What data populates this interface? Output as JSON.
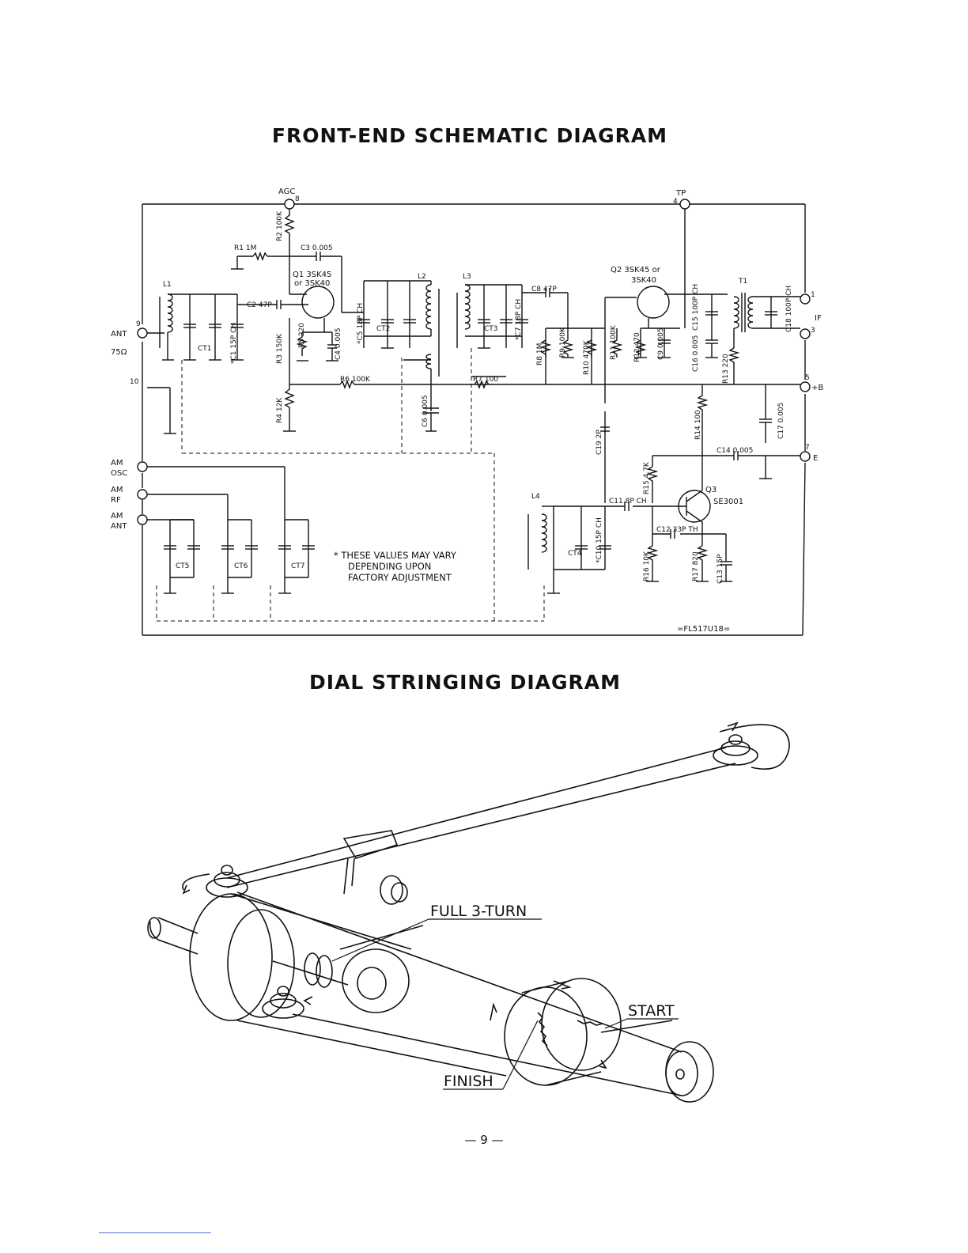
{
  "titles": {
    "schematic": "FRONT-END SCHEMATIC DIAGRAM",
    "dial": "DIAL STRINGING DIAGRAM"
  },
  "terminals": {
    "agc": "AGC",
    "agc_num": "8",
    "tp": "TP",
    "tp_num": "4",
    "ant": "ANT",
    "ant_imp": "75Ω",
    "ant_num": "9",
    "t10": "10",
    "if": "IF",
    "if_num1": "1",
    "if_num3": "3",
    "b": "+B",
    "b_num": "5",
    "e": "E",
    "e_num": "7",
    "am_osc_1": "AM",
    "am_osc_2": "OSC",
    "am_rf_1": "AM",
    "am_rf_2": "RF",
    "am_ant_1": "AM",
    "am_ant_2": "ANT"
  },
  "components": {
    "r1": "R1 1M",
    "r2": "R2 100K",
    "c3": "C3 0.005",
    "q1a": "Q1 3SK45",
    "q1b": "or 3SK40",
    "c2": "C2 47P",
    "l1": "L1",
    "ct1": "CT1",
    "c1": "*C1 15P CH",
    "r3": "R3 150K",
    "r5": "R5 220",
    "c4": "C4 0.005",
    "c5": "*C5 18P CH",
    "ct2": "CT2",
    "l2": "L2",
    "r6": "R6 100K",
    "r4": "R4 12K",
    "c6": "C6 0.005",
    "l3": "L3",
    "ct3": "CT3",
    "c7": "*C7 18P CH",
    "c8": "C8 47P",
    "r8": "R8 1M",
    "r9": "R9 100K",
    "r10": "R10 470K",
    "r7": "R7 100",
    "q2a": "Q2 3SK45 or",
    "q2b": "3SK40",
    "r11": "R11 100K",
    "r12": "R12 470",
    "c9": "C9 0.005",
    "c15": "C15 100P CH",
    "c16": "C16 0.005",
    "r13": "R13 220",
    "t1": "T1",
    "c18": "C18 100P CH",
    "c17": "C17 0.005",
    "r14": "R14 100",
    "c14": "C14 0.005",
    "c19": "C19 2P",
    "r15": "R15 4.7K",
    "q3a": "Q3",
    "q3b": "SE3001",
    "l4": "L4",
    "c11": "C11 8P CH",
    "ct4": "CT4",
    "c10": "*C10 15P CH",
    "c12": "C12 33P TH",
    "r16": "R16 10K",
    "r17": "R17 820",
    "c13": "C13 15P",
    "ct5": "CT5",
    "ct6": "CT6",
    "ct7": "CT7"
  },
  "note": {
    "line1": "* THESE VALUES MAY VARY",
    "line2": "DEPENDING UPON",
    "line3": "FACTORY ADJUSTMENT"
  },
  "code": "=FL517U18=",
  "dial_labels": {
    "full": "FULL 3-TURN",
    "start": "START",
    "finish": "FINISH"
  },
  "page_number": "— 9 —"
}
